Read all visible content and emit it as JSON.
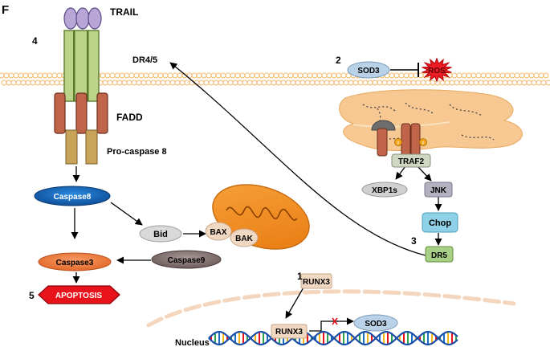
{
  "panel_label": "F",
  "steps": {
    "n1": "1",
    "n2": "2",
    "n3": "3",
    "n4": "4",
    "n5": "5"
  },
  "receptor": {
    "ligand": "TRAIL",
    "receptor": "DR4/5",
    "adaptor": "FADD",
    "procaspase": "Pro-caspase 8"
  },
  "cascade": {
    "caspase8": "Caspase8",
    "bid": "Bid",
    "bax": "BAX",
    "bak": "BAK",
    "caspase9": "Caspase9",
    "caspase3": "Caspase3",
    "apoptosis": "APOPTOSIS"
  },
  "er_stress": {
    "sod3": "SOD3",
    "ros": "ROS",
    "traf2": "TRAF2",
    "xbp1s": "XBP1s",
    "jnk": "JNK",
    "chop": "Chop",
    "dr5": "DR5"
  },
  "nucleus": {
    "runx3_cytoplasm": "RUNX3",
    "runx3_nuclear": "RUNX3",
    "sod3_gene": "SOD3",
    "label": "Nucleus"
  },
  "colors": {
    "membrane": "#f2b86a",
    "er": "#f7c891",
    "receptor_green": "#bcd38a",
    "fadd_brown": "#c0644a",
    "procaspase_tan": "#c8a35a",
    "caspase8_blue": "#1c6fc1",
    "caspase3_orange": "#f07e45",
    "caspase9_purple": "#8c7a7a",
    "apoptosis_red": "#e8131b",
    "ros_red": "#ee1c24",
    "sod3_blue": "#b9d2e8",
    "chop_cyan": "#8fd2e8",
    "dr5_green": "#a8cf86",
    "jnk_gray": "#b5b0bf",
    "mito_orange": "#f28c1f"
  }
}
